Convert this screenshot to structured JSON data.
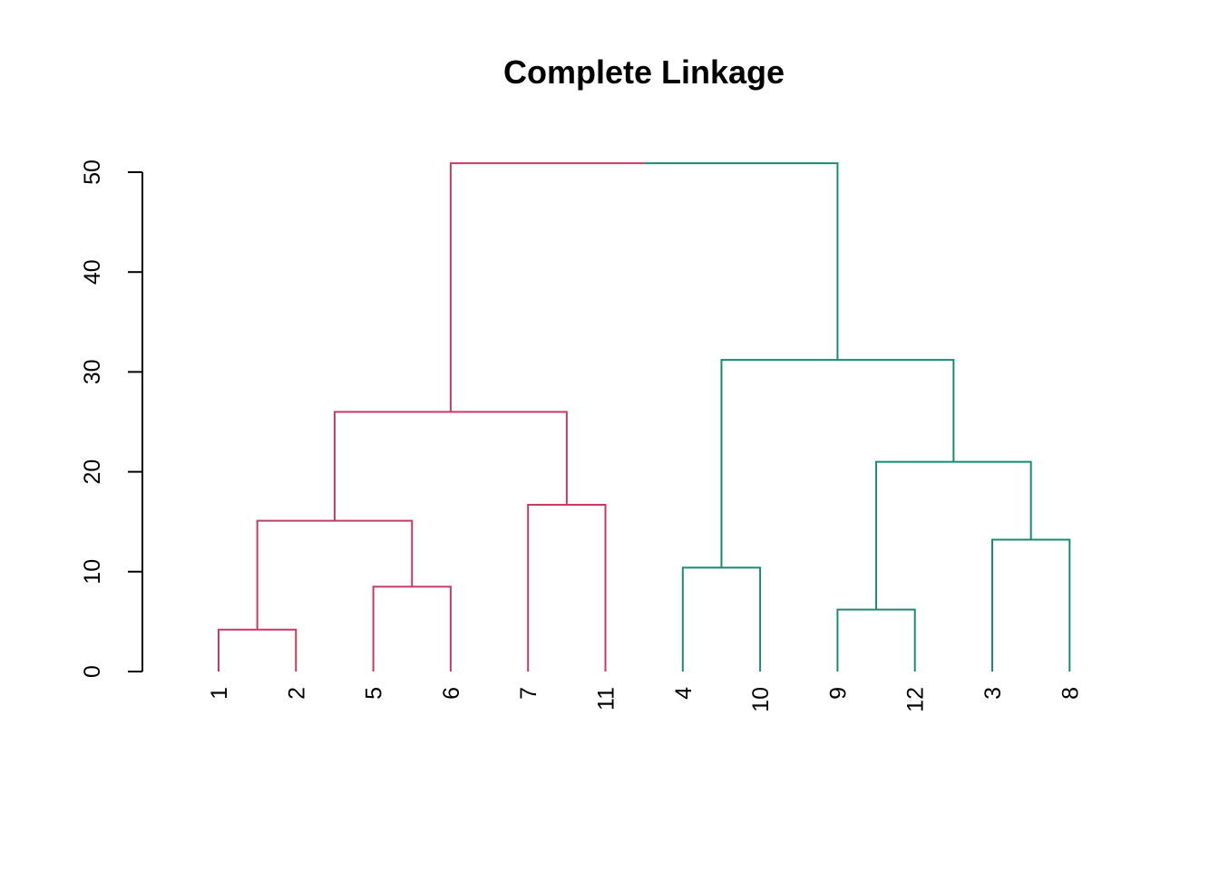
{
  "chart_data": {
    "type": "dendrogram",
    "title": "Complete Linkage",
    "xlabel": "",
    "ylabel": "",
    "ylim": [
      0,
      50
    ],
    "yticks": [
      0,
      10,
      20,
      30,
      40,
      50
    ],
    "leaf_order": [
      "1",
      "2",
      "5",
      "6",
      "7",
      "11",
      "4",
      "10",
      "9",
      "12",
      "3",
      "8"
    ],
    "merges": [
      {
        "left": -1,
        "right": -2,
        "height": 4.2,
        "cluster": 0
      },
      {
        "left": -5,
        "right": -6,
        "height": 8.5,
        "cluster": 0
      },
      {
        "left": 1,
        "right": 2,
        "height": 15.1,
        "cluster": 0
      },
      {
        "left": -7,
        "right": -11,
        "height": 16.7,
        "cluster": 0
      },
      {
        "left": 3,
        "right": 4,
        "height": 26.0,
        "cluster": 0
      },
      {
        "left": -4,
        "right": -10,
        "height": 10.4,
        "cluster": 1
      },
      {
        "left": -9,
        "right": -12,
        "height": 6.2,
        "cluster": 1
      },
      {
        "left": -3,
        "right": -8,
        "height": 13.2,
        "cluster": 1
      },
      {
        "left": 7,
        "right": 8,
        "height": 21.0,
        "cluster": 1
      },
      {
        "left": 6,
        "right": 9,
        "height": 31.2,
        "cluster": 1
      },
      {
        "left": 5,
        "right": 10,
        "height": 50.9,
        "cluster": "split"
      }
    ],
    "cluster_colors": [
      "#C93A62",
      "#1B8A72"
    ],
    "grid": false
  }
}
